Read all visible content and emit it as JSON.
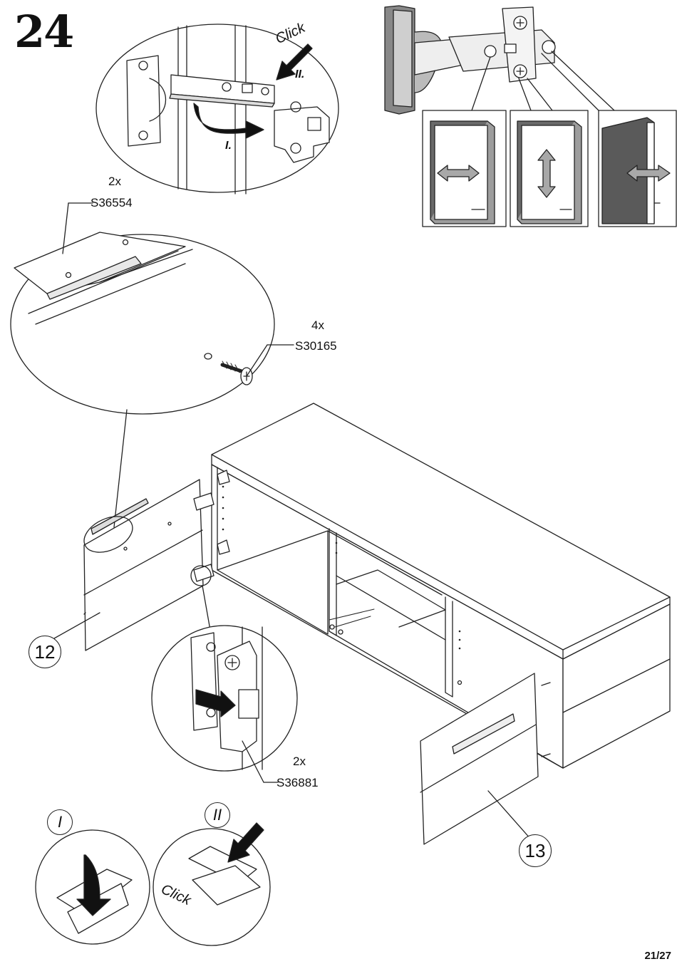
{
  "step_number": "24",
  "page_number": "21/27",
  "hinge_inset": {
    "click_label": "Click",
    "step_one": "I.",
    "step_two": "II."
  },
  "parts": {
    "strip": {
      "qty": "2x",
      "code": "S36554"
    },
    "screw": {
      "qty": "4x",
      "code": "S30165"
    },
    "hinge": {
      "qty": "2x",
      "code": "S36881"
    }
  },
  "panels": {
    "left_door": "12",
    "drawer_front": "13"
  },
  "bottom_insets": {
    "first": "I",
    "second": "II",
    "click_label": "Click"
  },
  "colors": {
    "line": "#222222",
    "panel_grey": "#5a5a5a",
    "arrow_grey": "#9a9a9a"
  }
}
